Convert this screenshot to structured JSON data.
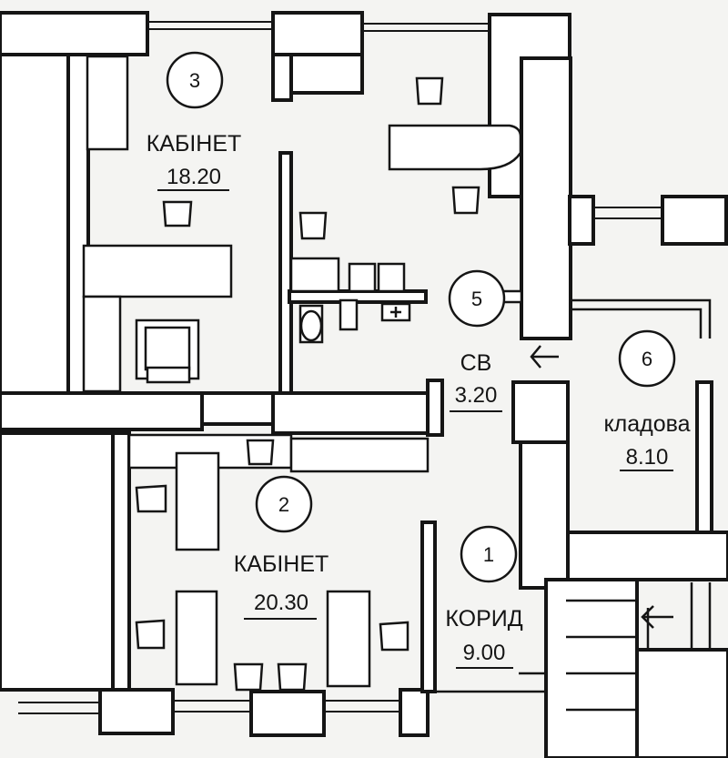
{
  "rooms": [
    {
      "id": "room-3",
      "number": "3",
      "name": "КАБІНЕТ",
      "area": "18.20"
    },
    {
      "id": "room-2",
      "number": "2",
      "name": "КАБІНЕТ",
      "area": "20.30"
    },
    {
      "id": "room-5",
      "number": "5",
      "name": "СВ",
      "area": "3.20"
    },
    {
      "id": "room-6",
      "number": "6",
      "name": "кладова",
      "area": "8.10"
    },
    {
      "id": "room-1",
      "number": "1",
      "name": "КОРИД",
      "area": "9.00"
    }
  ]
}
